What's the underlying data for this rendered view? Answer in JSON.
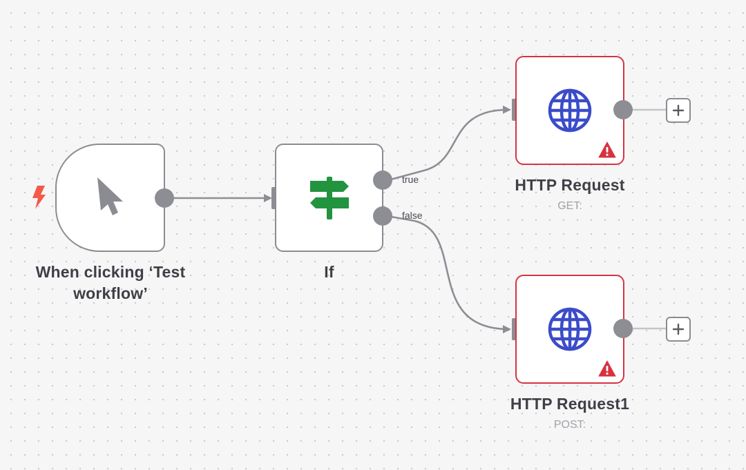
{
  "colors": {
    "canvas_bg": "#f6f6f7",
    "node_border": "#8b8b92",
    "error_border": "#d8323f",
    "connector": "#8d8d94",
    "http_icon": "#3b4cc9",
    "if_icon": "#22933f",
    "trigger_bolt": "#f4594a"
  },
  "nodes": {
    "trigger": {
      "label": "When clicking ‘Test workflow’",
      "icon": "cursor-icon",
      "badge_icon": "lightning-bolt-icon"
    },
    "if": {
      "label": "If",
      "icon": "signpost-icon",
      "outputs": [
        "true",
        "false"
      ]
    },
    "http_request": {
      "label": "HTTP Request",
      "subtitle": "GET:",
      "icon": "globe-icon",
      "status_icon": "warning-icon"
    },
    "http_request1": {
      "label": "HTTP Request1",
      "subtitle": "POST:",
      "icon": "globe-icon",
      "status_icon": "warning-icon"
    }
  },
  "actions": {
    "add_node_icon": "plus-icon"
  }
}
